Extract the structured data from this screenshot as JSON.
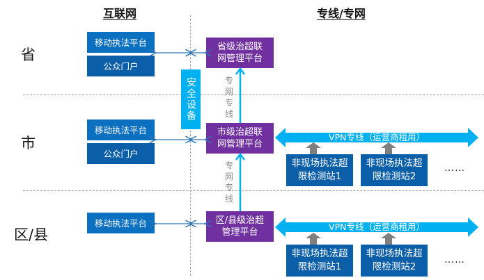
{
  "headers": {
    "internet": "互联网",
    "private_network": "专线/专网"
  },
  "levels": {
    "province": "省",
    "city": "市",
    "district": "区/县"
  },
  "security_device": "安全设备",
  "province": {
    "mobile_platform": "移动执法平台",
    "public_portal": "公众门户",
    "management_platform_line1": "省级治超联",
    "management_platform_line2": "网管理平台"
  },
  "city": {
    "mobile_platform": "移动执法平台",
    "public_portal": "公众门户",
    "management_platform_line1": "市级治超联",
    "management_platform_line2": "网管理平台",
    "vpn_label": "VPN专线（运营商租用）",
    "stations": [
      {
        "line1": "非现场执法超",
        "line2": "限检测站1"
      },
      {
        "line1": "非现场执法超",
        "line2": "限检测站2"
      }
    ],
    "ellipsis": "……"
  },
  "district": {
    "mobile_platform": "移动执法平台",
    "management_platform_line1": "区/县级治超",
    "management_platform_line2": "管理平台",
    "vpn_label": "VPN专线（运营商租用）",
    "stations": [
      {
        "line1": "非现场执法超",
        "line2": "限检测站1"
      },
      {
        "line1": "非现场执法超",
        "line2": "限检测站2"
      }
    ],
    "ellipsis": "……"
  },
  "links": {
    "city_to_province": "专网专线",
    "district_to_city": "专网专线"
  },
  "colors": {
    "platform_blue": "#0c70c0",
    "portal_blue": "#0b5ea8",
    "management_purple": "#7030a0",
    "security_cyan": "#00b0f0",
    "vpn_cyan": "#00b0f0",
    "station_arrow_gray": "#7f7f7f"
  }
}
